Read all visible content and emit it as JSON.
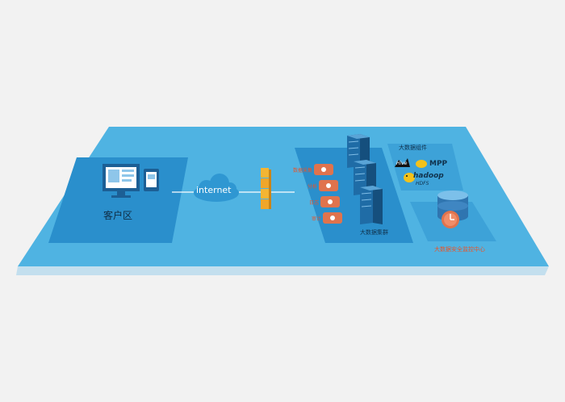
{
  "labels": {
    "client_zone": "客户区",
    "internet": "internet",
    "bigdata_cluster": "大数据集群",
    "components_title": "大数据组件",
    "mpp": "MPP",
    "hadoop": "hadoop",
    "hdfs": "HDFS",
    "hive": "Hive",
    "security_center": "大数据安全监控中心"
  },
  "services": [
    "数据采集",
    "分析",
    "日志",
    "审计"
  ],
  "icons": [
    "monitor-icon",
    "tablet-icon",
    "cloud-icon",
    "firewall-icon",
    "server-rack-icon",
    "database-icon",
    "clock-icon",
    "hive-logo-icon",
    "hadoop-elephant-icon"
  ],
  "colors": {
    "platform_top": "#4fb3e2",
    "platform_side": "#c3dfee",
    "zone": "#2a8fcc",
    "panel": "#3da2d8",
    "service_tile": "#e0734d",
    "firewall": "#f4b532",
    "server": "#1f6ca6",
    "database": "#3f86c2",
    "accent_text": "#e8542a"
  }
}
